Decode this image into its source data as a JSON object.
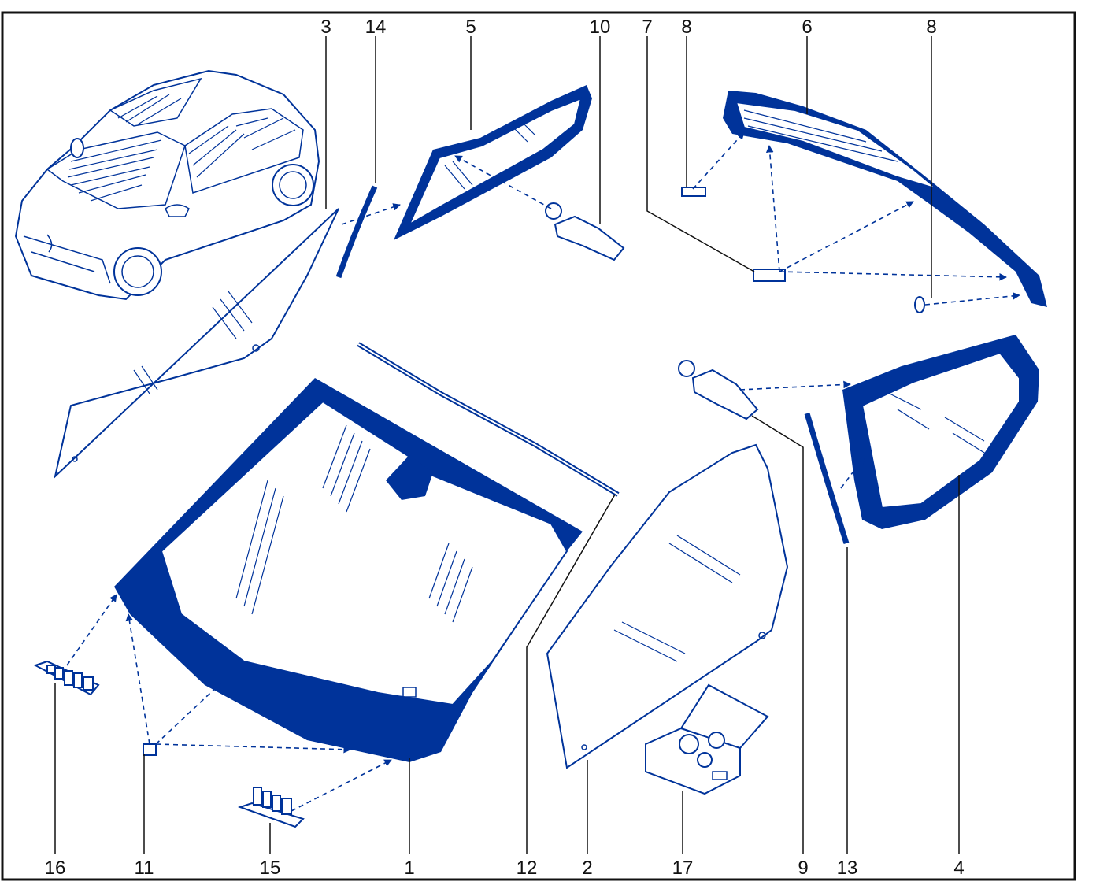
{
  "diagram": {
    "ink_color": "#00339a",
    "labels": {
      "p1": "1",
      "p2": "2",
      "p3": "3",
      "p4": "4",
      "p5": "5",
      "p6": "6",
      "p7": "7",
      "p8a": "8",
      "p8b": "8",
      "p9": "9",
      "p10": "10",
      "p11": "11",
      "p12": "12",
      "p13": "13",
      "p14": "14",
      "p15": "15",
      "p16": "16",
      "p17": "17"
    },
    "icons": [
      "car-illustration",
      "windscreen",
      "door-glass",
      "quarter-glass",
      "rear-screen",
      "mirror-bracket",
      "clip",
      "seal-strip",
      "repair-kit-box",
      "adhesive-kit"
    ]
  }
}
